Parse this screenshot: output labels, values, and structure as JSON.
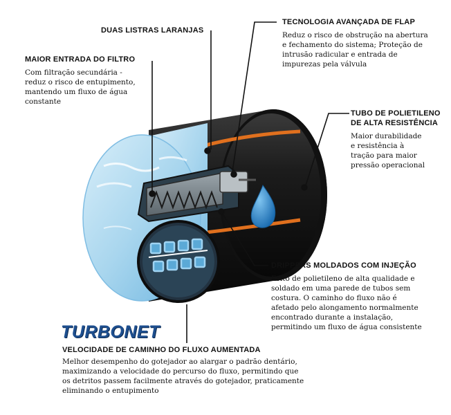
{
  "callouts": {
    "stripes": {
      "title": "DUAS LISTRAS LARANJAS"
    },
    "flap": {
      "title": "TECNOLOGIA AVANÇADA DE FLAP",
      "text": "Reduz o risco de obstrução na abertura\ne fechamento do sistema; Proteção de\nintrusão radicular e entrada de\nimpurezas pela válvula"
    },
    "filter": {
      "title": "MAIOR ENTRADA DO FILTRO",
      "text": "Com filtração secundária -\nreduz o risco de entupimento,\nmantendo um fluxo de água\nconstante"
    },
    "tube": {
      "title_line1": "TUBO DE POLIETILENO",
      "title_line2": "DE ALTA RESISTÊNCIA",
      "text": "Maior durabilidade\ne resistência à\ntração para maior\npressão operacional"
    },
    "drippers": {
      "title": "DRIPPERS MOLDADOS COM INJEÇÃO",
      "text": "Feito de polietileno de alta qualidade e\nsoldado em uma parede de tubos sem\ncostura. O caminho do fluxo não é\nafetado pelo alongamento normalmente\nencontrado durante a instalação,\npermitindo um fluxo de água consistente"
    },
    "flowpath": {
      "title": "VELOCIDADE DE CAMINHO DO FLUXO AUMENTADA",
      "text": "Melhor desempenho do gotejador ao alargar o padrão dentário,\nmaximizando a velocidade do percurso do fluxo, permitindo que\nos detritos passem facilmente através do gotejador, praticamente\neliminando o entupimento"
    }
  },
  "logo": {
    "text": "TURBONET"
  },
  "colors": {
    "stripe": "#e0701e",
    "pipe": "#1a1a1a",
    "water": "#a9d6ee",
    "water_dark": "#5ba9d6",
    "logo": "#1e4f8f",
    "drop": "#2a7fc2"
  }
}
